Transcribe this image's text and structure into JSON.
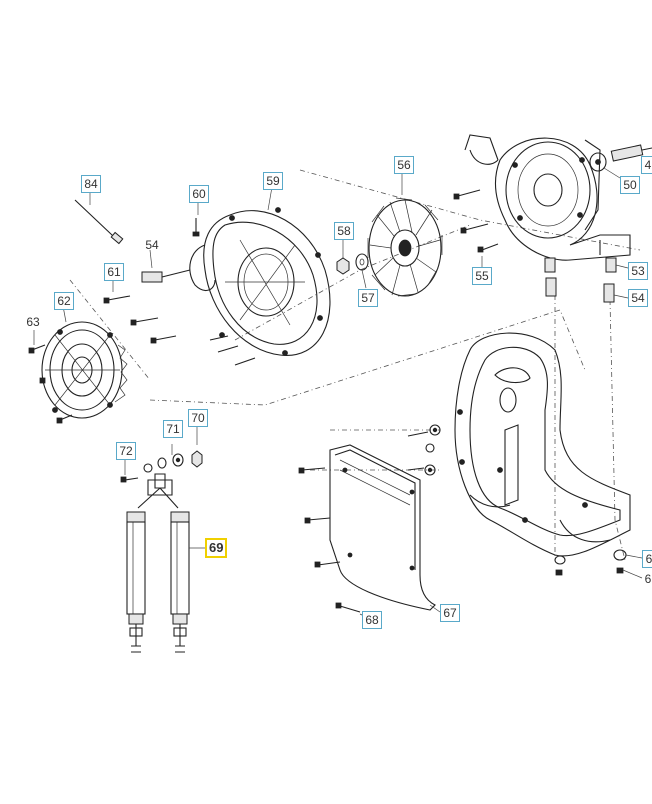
{
  "diagram": {
    "callouts": [
      {
        "id": "84",
        "label": "84",
        "boxed": true
      },
      {
        "id": "60",
        "label": "60",
        "boxed": true
      },
      {
        "id": "59",
        "label": "59",
        "boxed": true
      },
      {
        "id": "56",
        "label": "56",
        "boxed": true
      },
      {
        "id": "50",
        "label": "50",
        "boxed": true
      },
      {
        "id": "4x",
        "label": "4",
        "boxed": true
      },
      {
        "id": "54a",
        "label": "54",
        "boxed": false
      },
      {
        "id": "61",
        "label": "61",
        "boxed": true
      },
      {
        "id": "58",
        "label": "58",
        "boxed": true
      },
      {
        "id": "57",
        "label": "57",
        "boxed": true
      },
      {
        "id": "55",
        "label": "55",
        "boxed": true
      },
      {
        "id": "53",
        "label": "53",
        "boxed": true
      },
      {
        "id": "54b",
        "label": "54",
        "boxed": true
      },
      {
        "id": "62",
        "label": "62",
        "boxed": true
      },
      {
        "id": "63",
        "label": "63",
        "boxed": false
      },
      {
        "id": "71",
        "label": "71",
        "boxed": true
      },
      {
        "id": "70",
        "label": "70",
        "boxed": true
      },
      {
        "id": "72",
        "label": "72",
        "boxed": true
      },
      {
        "id": "69",
        "label": "69",
        "boxed": true,
        "highlighted": true
      },
      {
        "id": "6a",
        "label": "6",
        "boxed": true
      },
      {
        "id": "6b",
        "label": "6",
        "boxed": false
      },
      {
        "id": "67",
        "label": "67",
        "boxed": true
      },
      {
        "id": "68",
        "label": "68",
        "boxed": true
      }
    ],
    "colors": {
      "callout_border": "#5aa9c9",
      "highlight": "#f0d000",
      "line": "#222222"
    }
  }
}
